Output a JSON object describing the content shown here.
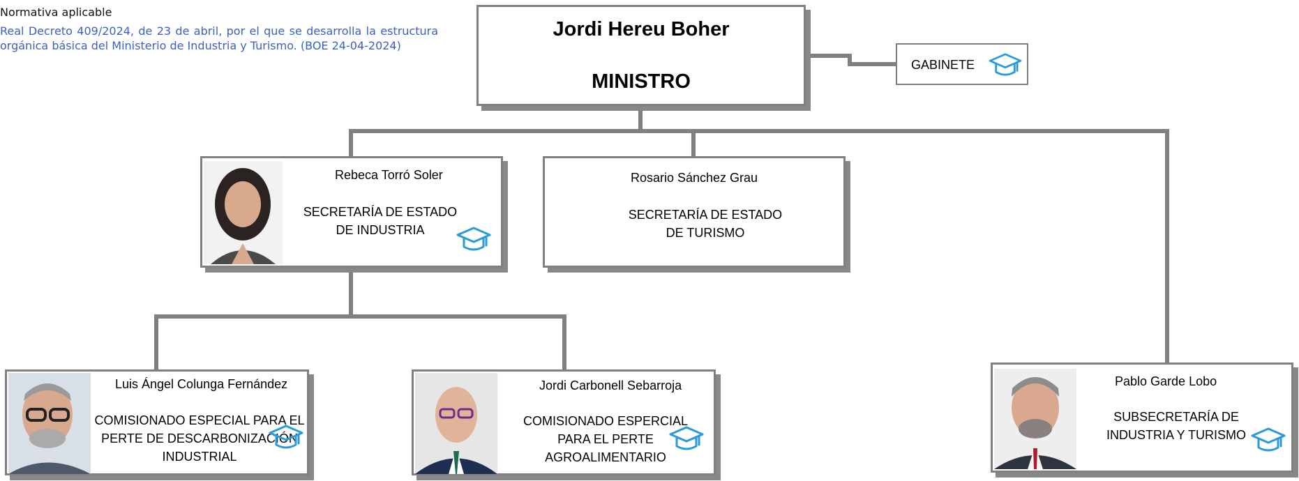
{
  "normativa": {
    "title": "Normativa aplicable",
    "text": "Real Decreto 409/2024, de 23 de abril, por el que se desarrolla la estructura orgánica básica del Ministerio de Industria y Turismo. (BOE 24-04-2024)"
  },
  "minister": {
    "name": "Jordi Hereu Boher",
    "role": "MINISTRO"
  },
  "gabinete": {
    "label": "GABINETE",
    "icon": "graduation-cap-icon"
  },
  "units": [
    {
      "id": "se-industria",
      "name": "Rebeca Torró Soler",
      "role": "SECRETARÍA DE ESTADO DE INDUSTRIA",
      "icon": "graduation-cap-icon",
      "photo": true
    },
    {
      "id": "se-turismo",
      "name": "Rosario Sánchez Grau",
      "role": "SECRETARÍA DE ESTADO DE TURISMO",
      "photo": false
    },
    {
      "id": "comisionado-descarbonizacion",
      "name": "Luis Ángel Colunga Fernández",
      "role": "COMISIONADO ESPECIAL PARA EL PERTE DE DESCARBONIZACIÓN INDUSTRIAL",
      "icon": "graduation-cap-icon",
      "photo": true
    },
    {
      "id": "comisionado-agroalimentario",
      "name": "Jordi Carbonell Sebarroja",
      "role": "COMISIONADO ESPERCIAL PARA EL PERTE AGROALIMENTARIO",
      "icon": "graduation-cap-icon",
      "photo": true
    },
    {
      "id": "subsecretaria",
      "name": "Pablo Garde Lobo",
      "role": "SUBSECRETARÍA DE INDUSTRIA Y TURISMO",
      "icon": "graduation-cap-icon",
      "photo": true
    }
  ],
  "colors": {
    "link_blue": "#3B60C4",
    "icon_blue": "#2A9BD8",
    "border_gray": "#808080"
  }
}
